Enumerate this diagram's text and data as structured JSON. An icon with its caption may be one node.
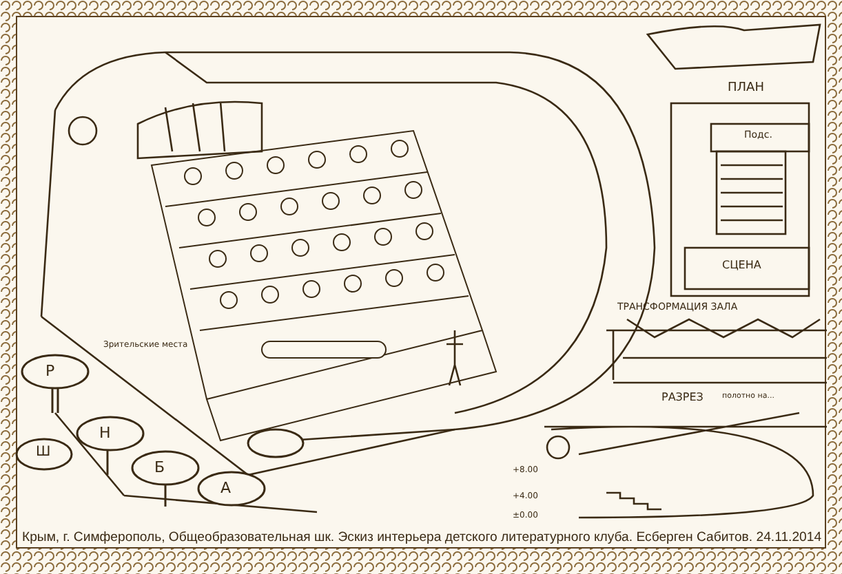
{
  "diagram": {
    "caption": "Крым, г. Симферополь, Общеобразовательная шк. Эскиз интерьера детского литературного клуба. Есберген Сабитов. 24.11.2014",
    "labels": [
      "ПЛАН",
      "Подс.",
      "СЦЕНА",
      "ТРАНСФОРМАЦИЯ ЗАЛА",
      "РАЗРЕЗ",
      "полотно на...",
      "+8.00",
      "+4.00",
      "±0.00",
      "Зрительские места",
      "Р",
      "Ш",
      "Н",
      "Б",
      "А"
    ]
  }
}
